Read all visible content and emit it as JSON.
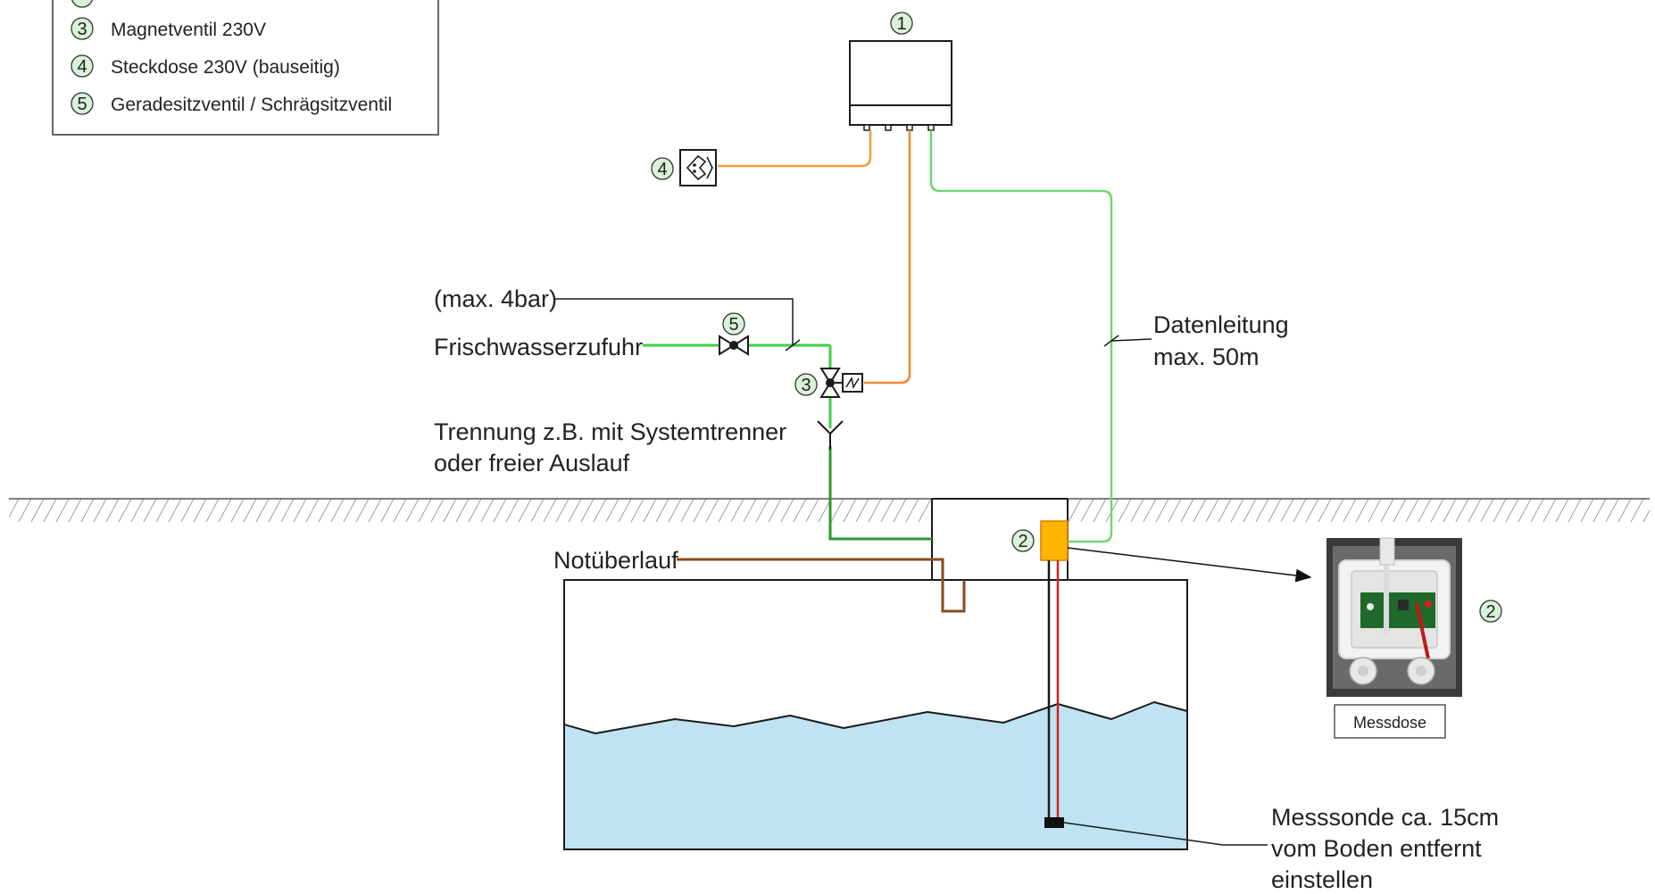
{
  "legend": {
    "items": [
      {
        "num": "3",
        "text": "Magnetventil 230V"
      },
      {
        "num": "4",
        "text": "Steckdose 230V (bauseitig)"
      },
      {
        "num": "5",
        "text": "Geradesitzventil / Schrägsitzventil"
      }
    ]
  },
  "markers": {
    "m1": "1",
    "m2": "2",
    "m3": "3",
    "m4": "4",
    "m5": "5",
    "m2_photo": "2"
  },
  "labels": {
    "pressure": "(max. 4bar)",
    "fresh_water": "Frischwasserzufuhr",
    "separation_line1": "Trennung z.B. mit Systemtrenner",
    "separation_line2": "oder freier Auslauf",
    "data_line1": "Datenleitung",
    "data_line2": "max. 50m",
    "overflow": "Notüberlauf",
    "probe_line1": "Messsonde ca. 15cm",
    "probe_line2": "vom Boden entfernt",
    "probe_line3": "einstellen",
    "photo_caption": "Messdose"
  },
  "colors": {
    "fresh_water_pipe": "#3ecf3e",
    "data_cable": "#6fd86f",
    "power_cable": "#f0a030",
    "valve_cable": "#f08a2a",
    "overflow_pipe": "#8a4a1c",
    "probe_cable": "#d22020",
    "water": "#bfe3f2",
    "junction_box": "#ffb400",
    "marker_fill": "#d9f2d9"
  }
}
